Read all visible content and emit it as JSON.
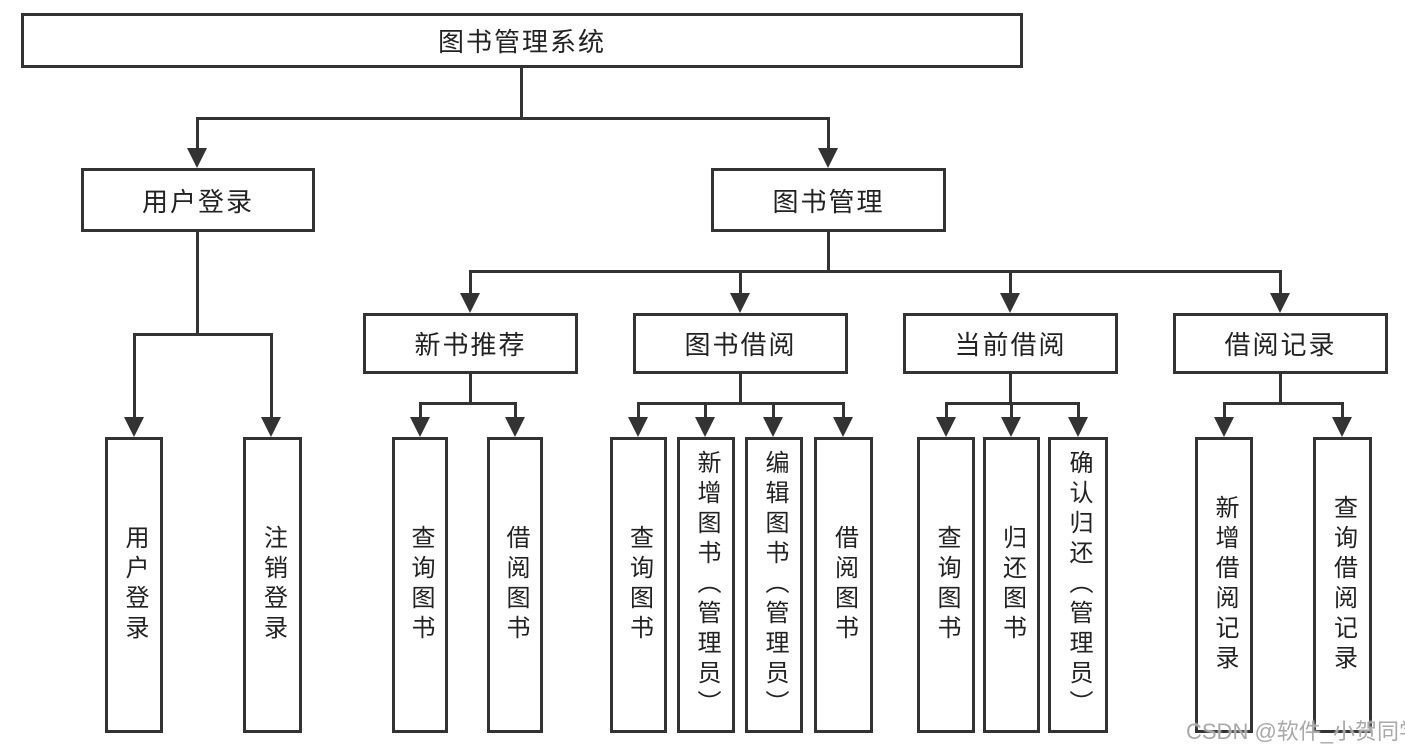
{
  "diagram": {
    "root": {
      "label": "图书管理系统"
    },
    "level2": [
      {
        "label": "用户登录"
      },
      {
        "label": "图书管理"
      }
    ],
    "level3": [
      {
        "label": "新书推荐"
      },
      {
        "label": "图书借阅"
      },
      {
        "label": "当前借阅"
      },
      {
        "label": "借阅记录"
      }
    ],
    "leaves": {
      "user": [
        "用户登录",
        "注销登录"
      ],
      "newbook": [
        "查询图书",
        "借阅图书"
      ],
      "borrow": [
        "查询图书",
        "新增图书（管理员）",
        "编辑图书（管理员）",
        "借阅图书"
      ],
      "current": [
        "查询图书",
        "归还图书",
        "确认归还（管理员）"
      ],
      "records": [
        "新增借阅记录",
        "查询借阅记录"
      ]
    }
  },
  "watermark": {
    "text": "CSDN @软件_小贺同学"
  },
  "colors": {
    "line": "#333333",
    "text": "#222222",
    "background": "#ffffff",
    "watermark": "#a9a9a9"
  }
}
